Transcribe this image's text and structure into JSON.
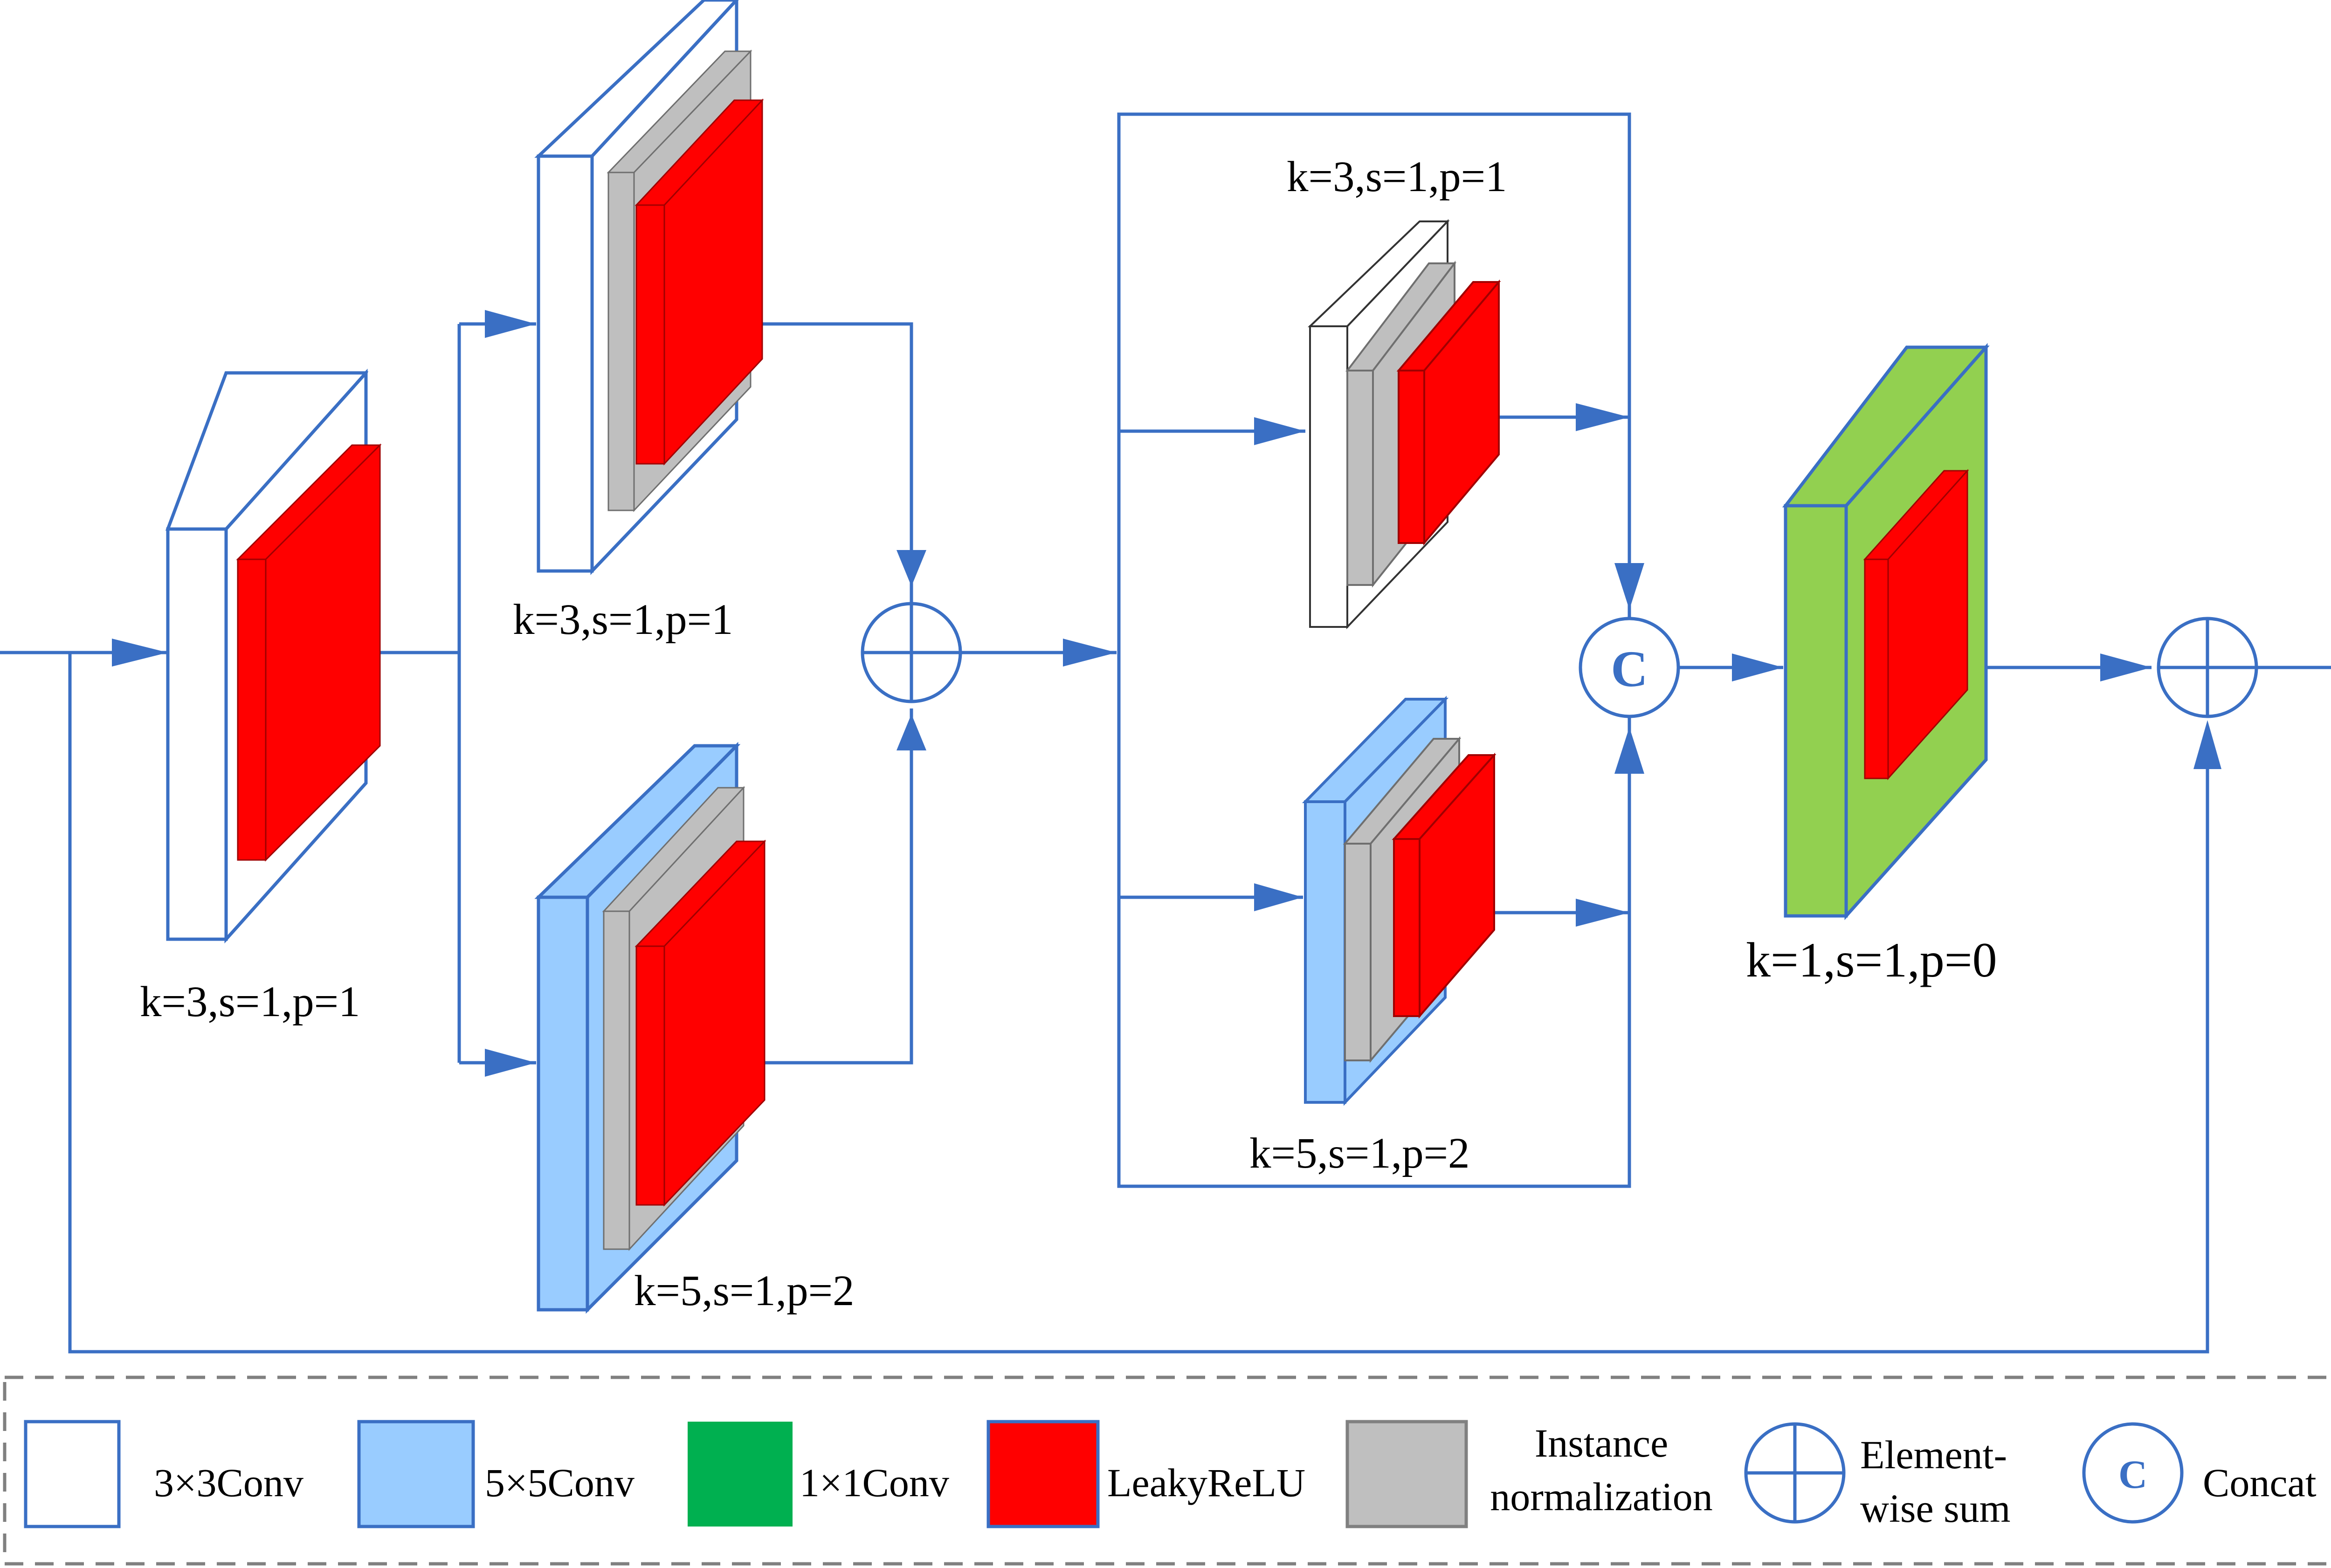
{
  "labels": {
    "block1": "k=3,s=1,p=1",
    "branch_top": "k=3,s=1,p=1",
    "branch_bottom": "k=5,s=1,p=2",
    "inner_top": "k=3,s=1,p=1",
    "inner_bottom": "k=5,s=1,p=2",
    "block_final": "k=1,s=1,p=0"
  },
  "symbols": {
    "concat": "C"
  },
  "legend": {
    "items": [
      {
        "label": "3×3Conv"
      },
      {
        "label": "5×5Conv"
      },
      {
        "label": "1×1Conv"
      },
      {
        "label": "LeakyReLU"
      },
      {
        "label_line1": "Instance",
        "label_line2": "normalization"
      },
      {
        "label_line1": "Element-",
        "label_line2": "wise sum"
      },
      {
        "symbol": "C",
        "label": "Concat"
      }
    ]
  },
  "colors": {
    "line": "#3a6fc4",
    "conv3x3": "#ffffff",
    "conv5x5": "#99ccff",
    "conv1x1_block": "#92d050",
    "conv1x1_legend": "#00b050",
    "leakyrelu": "#ff0000",
    "instance_norm": "#bfbfbf",
    "legend_border": "#808080"
  }
}
